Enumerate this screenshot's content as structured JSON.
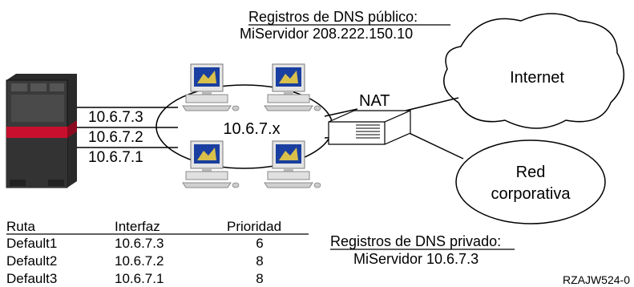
{
  "public_dns": {
    "title": "Registros de DNS público:",
    "entry": "MiServidor  208.222.150.10"
  },
  "private_dns": {
    "title": "Registros de DNS privado:",
    "entry": "MiServidor  10.6.7.3"
  },
  "network": {
    "subnet_label": "10.6.7.x",
    "nat_label": "NAT",
    "internet_label": "Internet",
    "corporate_line1": "Red",
    "corporate_line2": "corporativa"
  },
  "server_interfaces": [
    "10.6.7.3",
    "10.6.7.2",
    "10.6.7.1"
  ],
  "route_table": {
    "headers": [
      "Ruta",
      "Interfaz",
      "Prioridad"
    ],
    "rows": [
      [
        "Default1",
        "10.6.7.3",
        "6"
      ],
      [
        "Default2",
        "10.6.7.2",
        "8"
      ],
      [
        "Default3",
        "10.6.7.1",
        "8"
      ]
    ]
  },
  "figure_id": "RZAJW524-0"
}
